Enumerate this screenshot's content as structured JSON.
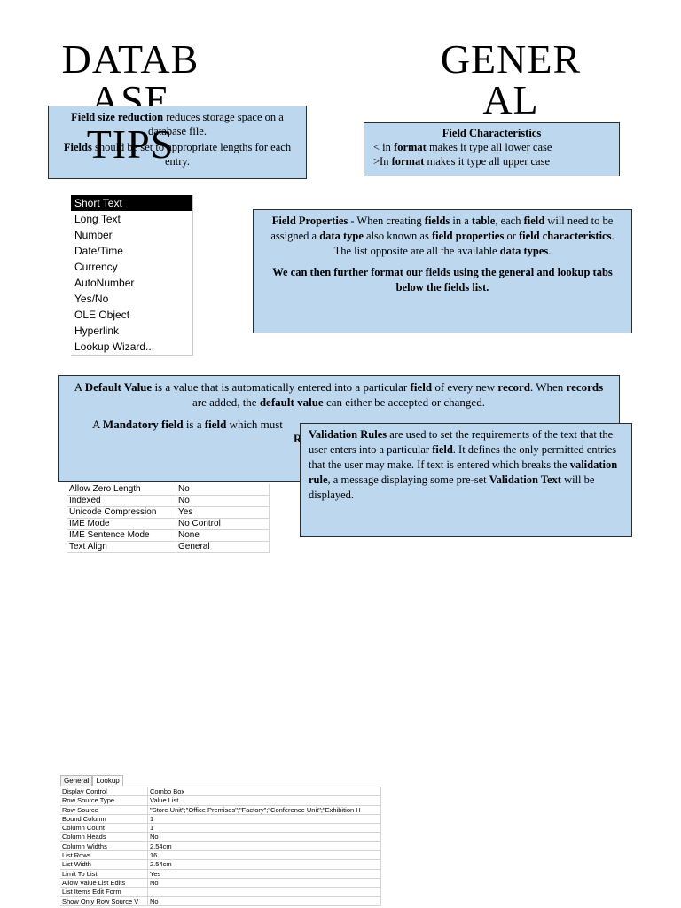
{
  "titles": {
    "left": [
      "DATAB",
      "ASE",
      "TIPS"
    ],
    "right": [
      "GENER",
      "AL"
    ]
  },
  "field_size_box": {
    "b1": "Field size reduction",
    "t1": " reduces storage space on a database file.",
    "b2": "Fields",
    "t2": " should be set to appropriate lengths for each entry."
  },
  "field_characteristics": {
    "heading": "Field Characteristics",
    "l1a": "< in ",
    "l1b": "format",
    "l1c": " makes it type all lower case",
    "l2a": ">In ",
    "l2b": "format",
    "l2c": " makes it type all upper case"
  },
  "data_types": [
    "Short Text",
    "Long Text",
    "Number",
    "Date/Time",
    "Currency",
    "AutoNumber",
    "Yes/No",
    "OLE Object",
    "Hyperlink",
    "Lookup Wizard..."
  ],
  "field_properties": {
    "s1": "Field Properties",
    "s2": " - When creating ",
    "s3": "fields",
    "s4": " in a ",
    "s5": "table",
    "s6": ", each ",
    "s7": "field",
    "s8": " will need to be assigned a ",
    "s9": "data type",
    "s10": " also known as ",
    "s11": "field properties",
    "s12": " or ",
    "s13": "field characteristics",
    "s14": ".  The list opposite are all the available ",
    "s15": "data types",
    "s16": ".",
    "p2": "We can then further format our fields using the general and lookup tabs below the fields list."
  },
  "default_value": {
    "a1": "A ",
    "a2": "Default Value",
    "a3": " is a value that is automatically entered into a particular ",
    "a4": "field",
    "a5": " of every new ",
    "a6": "record",
    "a7": ".  When ",
    "a8": "records",
    "a9": " are added, the ",
    "a10": "default value",
    "a11": " can either be accepted or changed.",
    "m1": "A ",
    "m2": "Mandatory field",
    "m3": " is a ",
    "m4": "field",
    "m5": " which must",
    "r": "R"
  },
  "validation": {
    "v1": "Validation Rules",
    "v2": " are used to set the requirements of the text that the user enters into a particular ",
    "v3": "field",
    "v4": ".  It defines the only permitted entries that the user may make.  If text is entered which breaks the ",
    "v5": "validation rule",
    "v6": ", a message displaying some pre-set ",
    "v7": "Validation Text",
    "v8": " will be displayed."
  },
  "general_props": [
    [
      "Allow Zero Length",
      "No"
    ],
    [
      "Indexed",
      "No"
    ],
    [
      "Unicode Compression",
      "Yes"
    ],
    [
      "IME Mode",
      "No Control"
    ],
    [
      "IME Sentence Mode",
      "None"
    ],
    [
      "Text Align",
      "General"
    ]
  ],
  "lookup_tabs": [
    "General",
    "Lookup"
  ],
  "lookup_props": [
    [
      "Display Control",
      "Combo Box"
    ],
    [
      "Row Source Type",
      "Value List"
    ],
    [
      "Row Source",
      "\"Store Unit\";\"Office Premises\";\"Factory\";\"Conference Unit\";\"Exhibition H"
    ],
    [
      "Bound Column",
      "1"
    ],
    [
      "Column Count",
      "1"
    ],
    [
      "Column Heads",
      "No"
    ],
    [
      "Column Widths",
      "2.54cm"
    ],
    [
      "List Rows",
      "16"
    ],
    [
      "List Width",
      "2.54cm"
    ],
    [
      "Limit To List",
      "Yes"
    ],
    [
      "Allow Value List Edits",
      "No"
    ],
    [
      "List Items Edit Form",
      ""
    ],
    [
      "Show Only Row Source V",
      "No"
    ]
  ]
}
